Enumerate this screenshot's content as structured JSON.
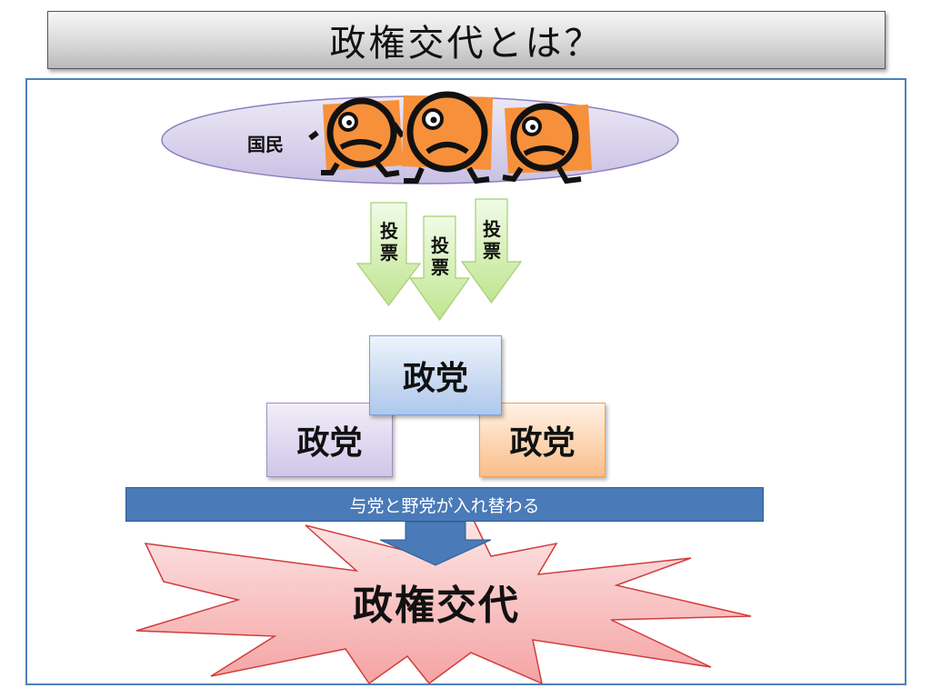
{
  "title": "政権交代とは？",
  "people": {
    "label": "国民"
  },
  "votes": [
    "投票",
    "投票",
    "投票"
  ],
  "parties": [
    "政党",
    "政党",
    "政党"
  ],
  "banner": "与党と野党が入れ替わる",
  "result": "政権交代"
}
